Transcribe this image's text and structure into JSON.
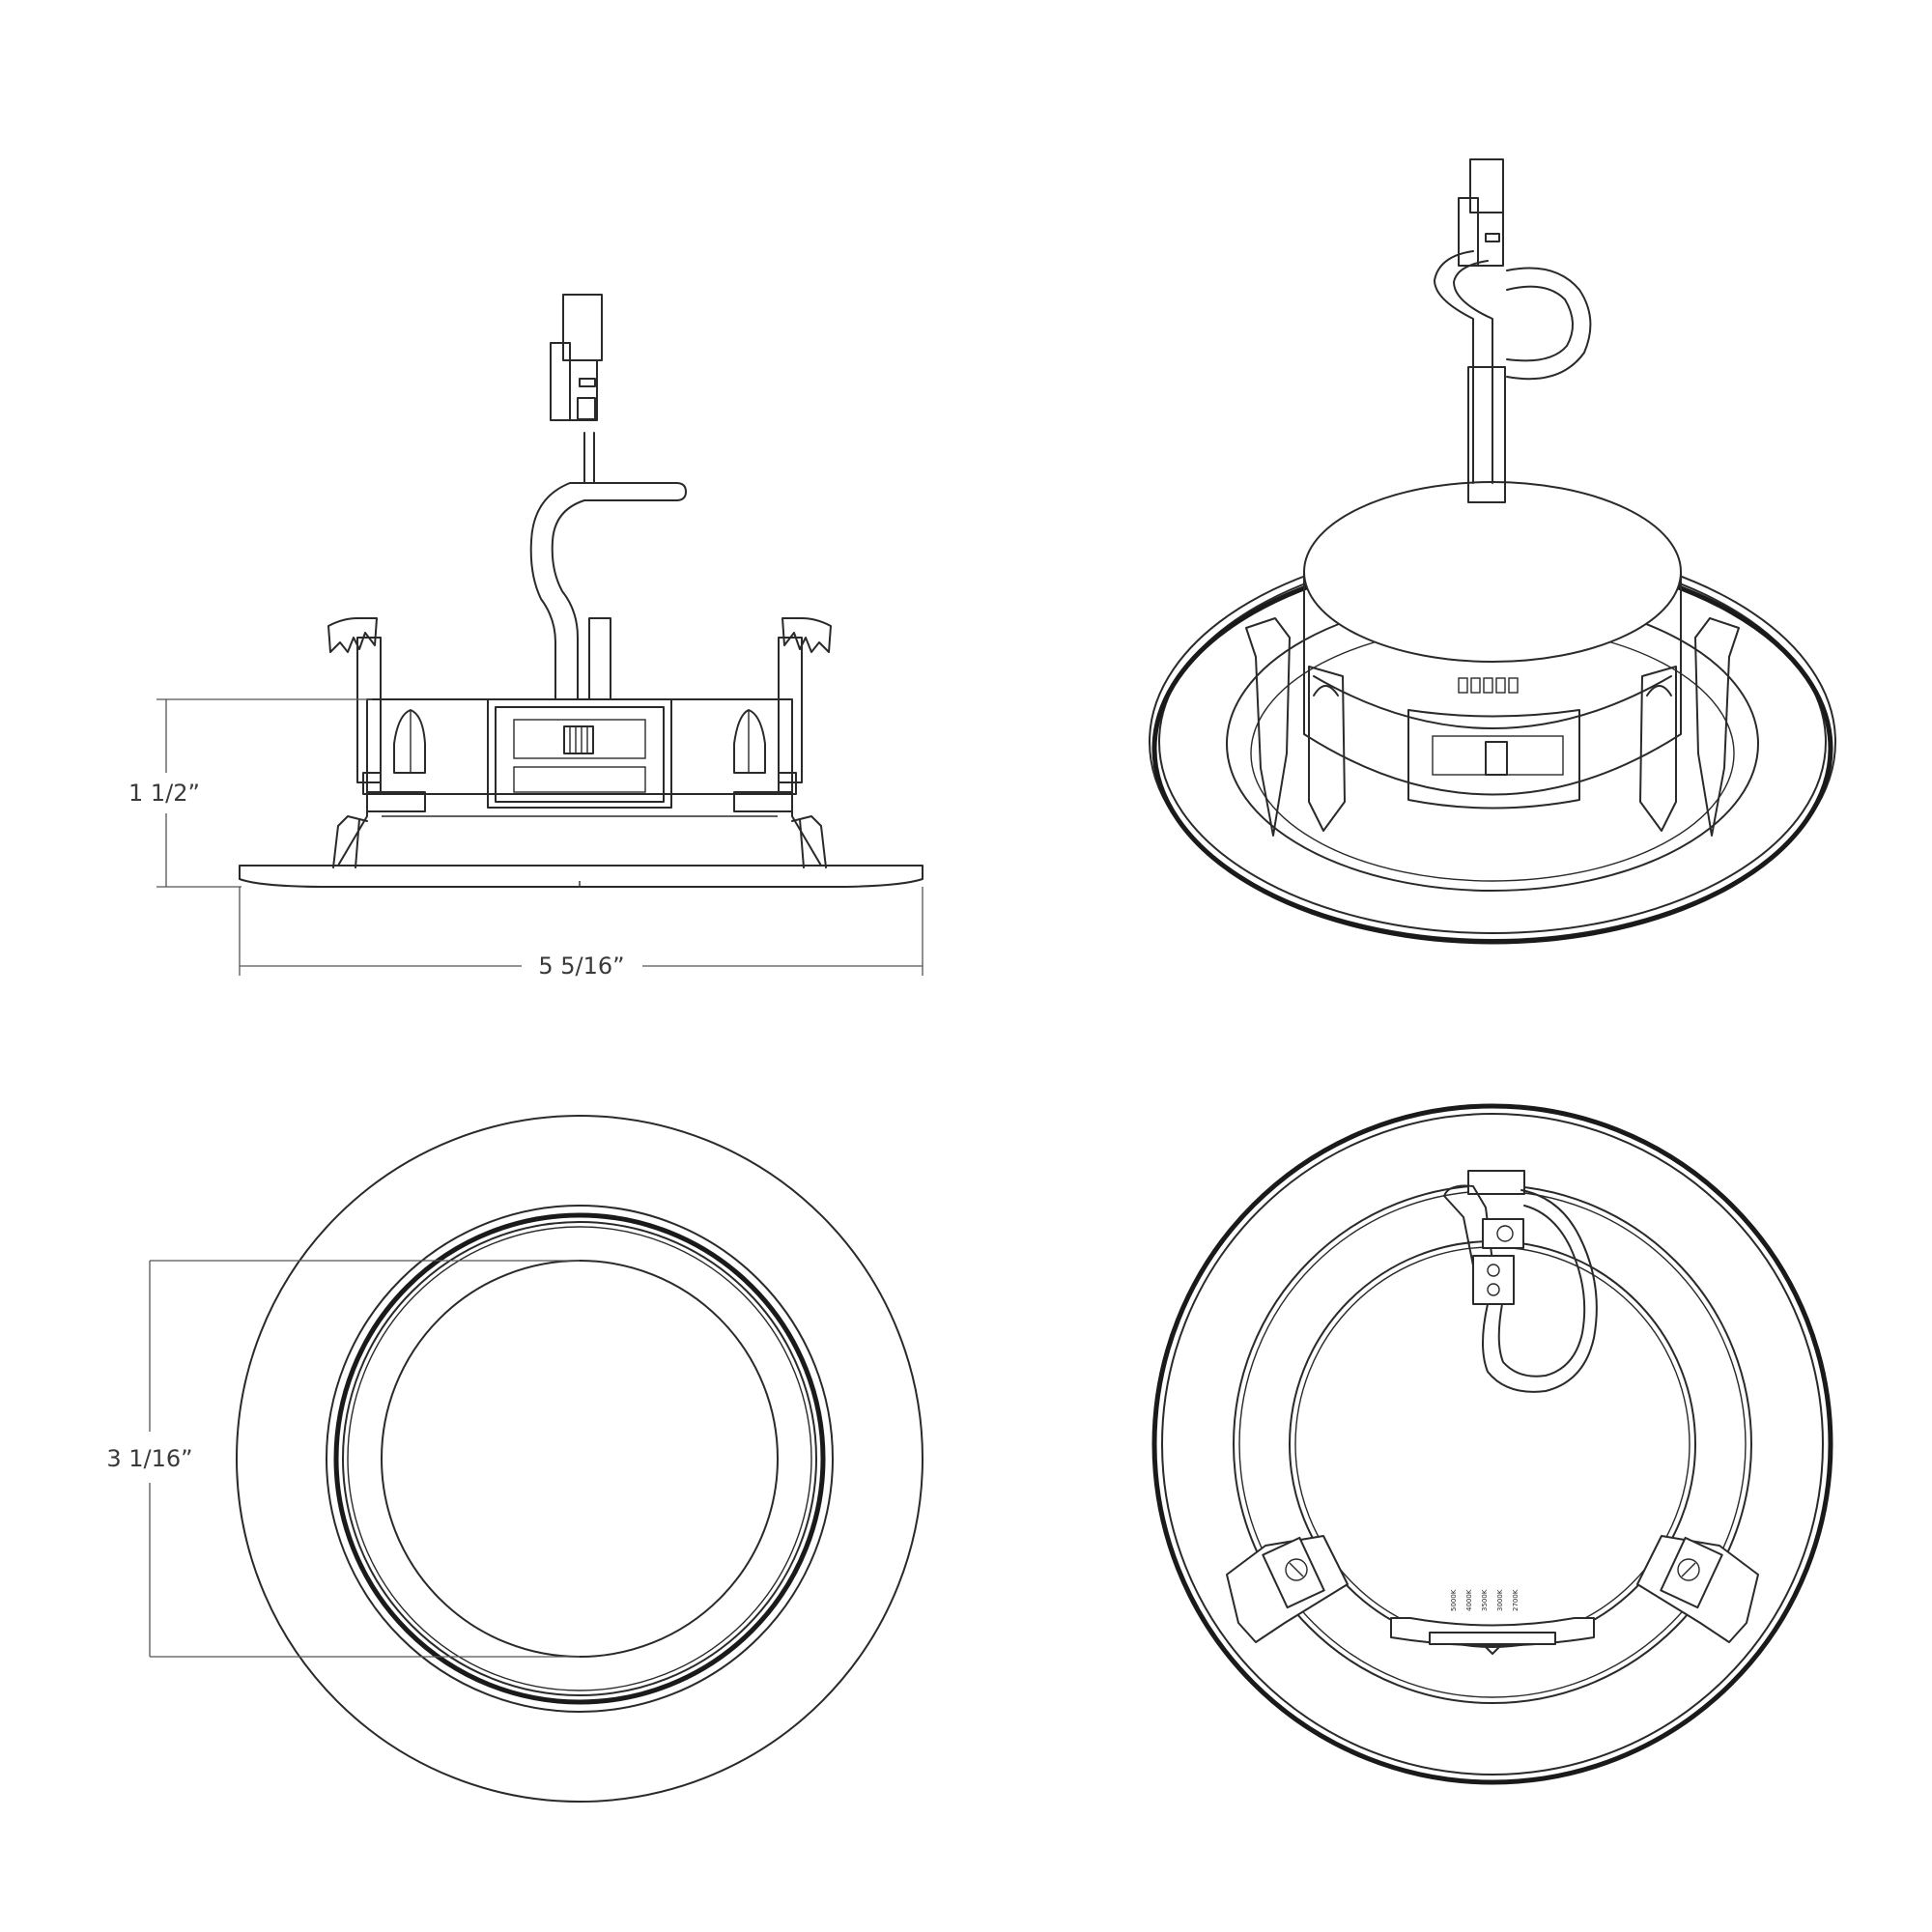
{
  "dimensions": {
    "height": "1 1/2”",
    "width": "5 5/16”",
    "aperture": "3 1/16”"
  },
  "switch_labels": [
    "5000K",
    "4000K",
    "3500K",
    "3000K",
    "2700K"
  ]
}
